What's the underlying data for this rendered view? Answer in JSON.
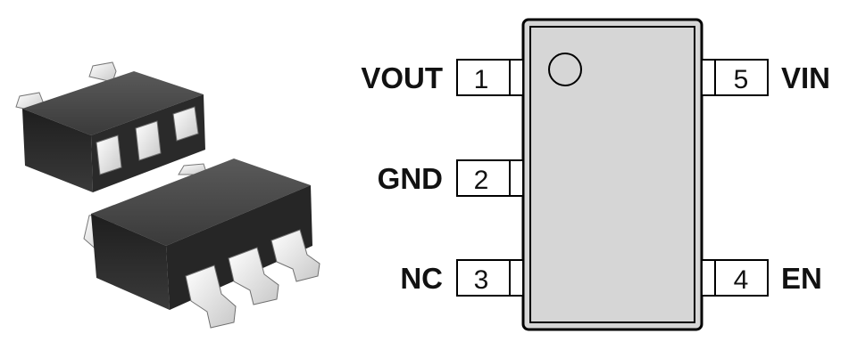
{
  "pinout": {
    "left_pins": [
      {
        "number": "1",
        "name": "VOUT"
      },
      {
        "number": "2",
        "name": "GND"
      },
      {
        "number": "3",
        "name": "NC"
      }
    ],
    "right_pins": [
      {
        "number": "5",
        "name": "VIN"
      },
      {
        "number": "4",
        "name": "EN"
      }
    ],
    "colors": {
      "ic_body": "#d6d6d6",
      "ic_outline": "#000000",
      "package_body": "#2b2b2b",
      "package_lead": "#e8e8e8"
    }
  }
}
